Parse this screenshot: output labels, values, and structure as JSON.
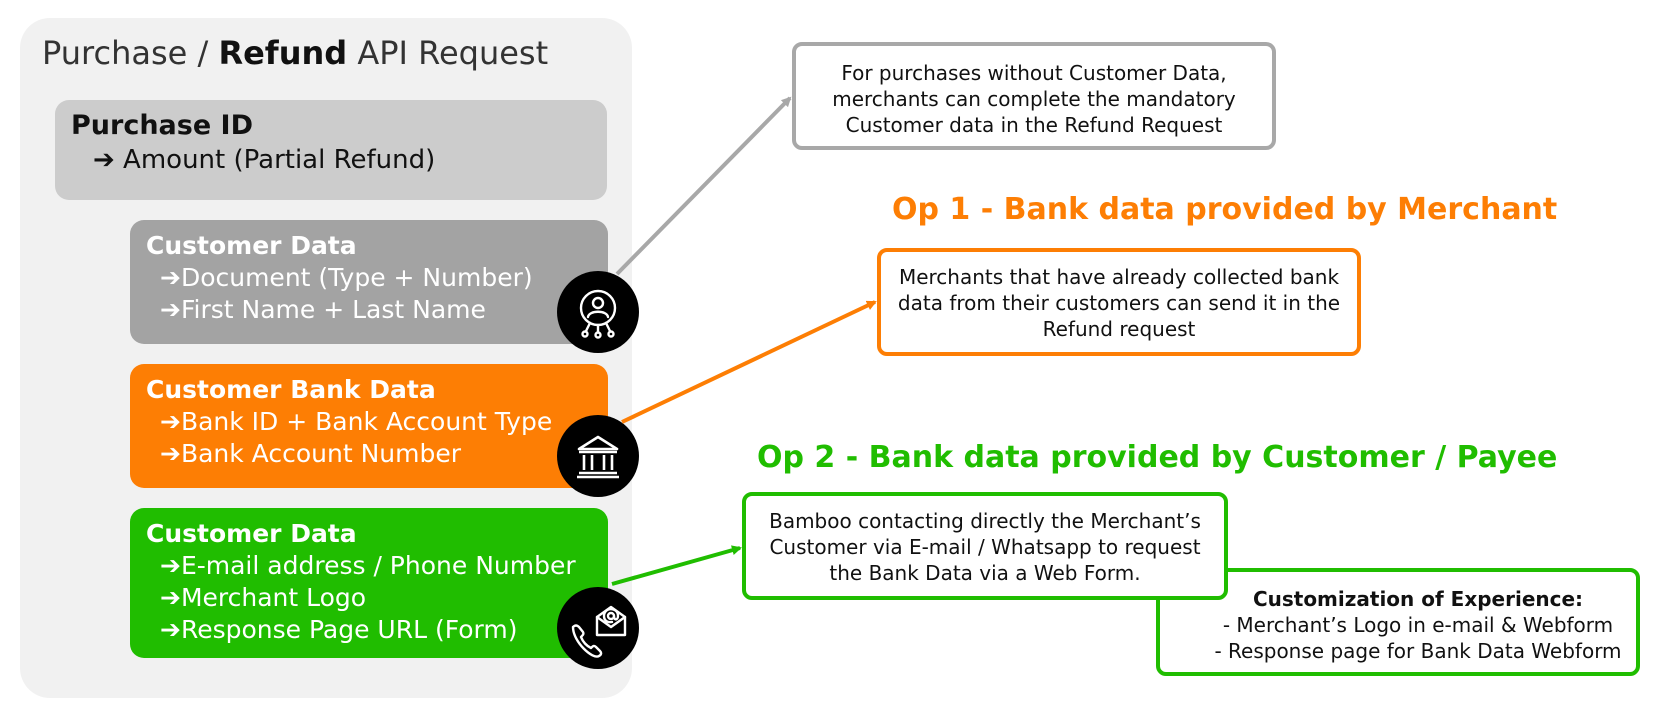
{
  "panel": {
    "title_prefix": "Purchase / ",
    "title_bold": "Refund",
    "title_suffix": " API Request"
  },
  "purchase_card": {
    "title": "Purchase ID",
    "line": "➔  Amount (Partial Refund)"
  },
  "customer_data_card": {
    "title": "Customer Data",
    "lines": [
      "➔Document (Type + Number)",
      "➔First Name + Last Name"
    ]
  },
  "bank_data_card": {
    "title": "Customer Bank Data",
    "lines": [
      "➔Bank ID + Bank Account Type",
      "➔Bank Account Number"
    ]
  },
  "contact_data_card": {
    "title": "Customer Data",
    "lines": [
      "➔E-mail address / Phone Number",
      "➔Merchant Logo",
      "➔Response Page URL (Form)"
    ]
  },
  "callouts": {
    "customer_data": [
      "For purchases without Customer Data,",
      "merchants can complete the mandatory",
      "Customer data in the Refund Request"
    ],
    "op1": [
      "Merchants that have already collected bank",
      "data from their customers can send it in the",
      "Refund request"
    ],
    "op2": [
      "Bamboo contacting directly the Merchant’s",
      "Customer via E-mail / Whatsapp to request",
      "the Bank Data via a Web Form."
    ],
    "customization": {
      "title": "Customization of Experience:",
      "lines": [
        "- Merchant’s Logo in e-mail & Webform",
        "- Response page for Bank Data Webform"
      ]
    }
  },
  "headings": {
    "op1": "Op 1 - Bank data provided by Merchant",
    "op2": "Op 2 - Bank data provided by Customer / Payee"
  },
  "icons": {
    "customer": "user-network-icon",
    "bank": "bank-icon",
    "contact": "phone-email-icon"
  },
  "colors": {
    "gray": "#a3a3a3",
    "orange": "#fd7e04",
    "green": "#20bd00",
    "panel": "#f1f1f1",
    "purchase": "#cccccc"
  }
}
